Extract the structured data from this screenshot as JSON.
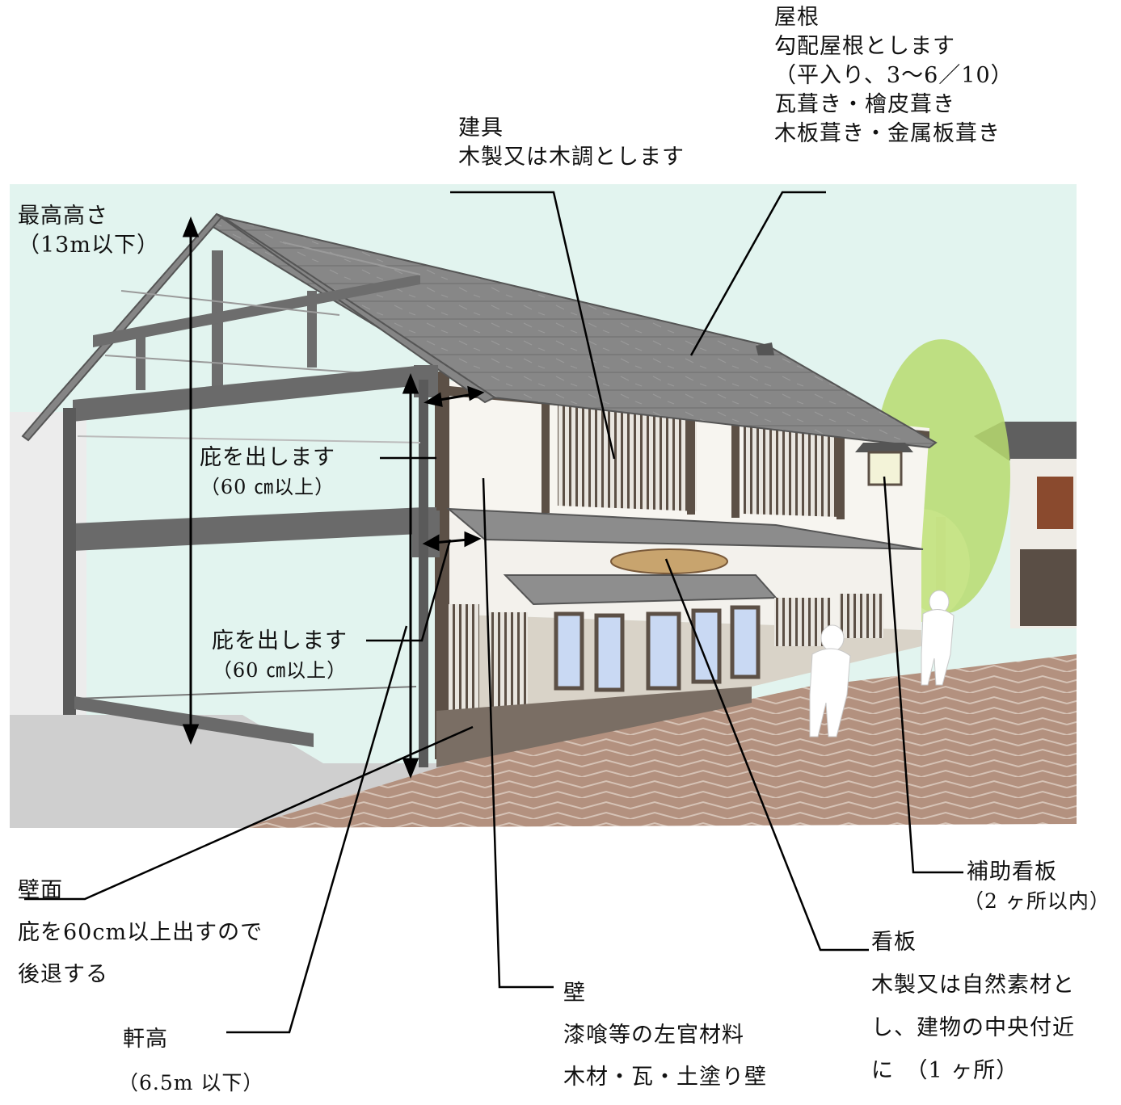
{
  "labels": {
    "roof": {
      "title": "屋根",
      "lines": [
        "勾配屋根とします",
        "（平入り、3〜6／10）",
        "瓦葺き・檜皮葺き",
        "木板葺き・金属板葺き"
      ]
    },
    "fittings": {
      "title": "建具",
      "lines": [
        "木製又は木調とします"
      ]
    },
    "max_height": {
      "title": "最高高さ",
      "lines": [
        "（13m以下）"
      ]
    },
    "eave_upper": {
      "title": "庇を出します",
      "lines": [
        "（60 ㎝以上）"
      ]
    },
    "eave_lower": {
      "title": "庇を出します",
      "lines": [
        "（60 ㎝以上）"
      ]
    },
    "sub_sign": {
      "title": "補助看板",
      "lines": [
        "（2 ヶ所以内）"
      ]
    },
    "wall_face": {
      "title": "壁面",
      "lines": [
        "庇を60cm以上出すので",
        "後退する"
      ]
    },
    "sign": {
      "title": "看板",
      "lines": [
        "木製又は自然素材と",
        "し、建物の中央付近",
        "に　（1 ヶ所）"
      ]
    },
    "wall": {
      "title": "壁",
      "lines": [
        "漆喰等の左官材料",
        "木材・瓦・土塗り壁"
      ]
    },
    "eave_height": {
      "title": "軒高",
      "lines": [
        "（6.5m 以下）"
      ]
    }
  },
  "colors": {
    "sky": "#e2f4ef",
    "roof": "#7f7f7f",
    "timber": "#5c5046",
    "plaster": "#f7f5f0",
    "glass": "#c9d9f3",
    "pavement": "#b3917f",
    "tree": "#b7db6e",
    "signboard": "#c8a46e"
  }
}
